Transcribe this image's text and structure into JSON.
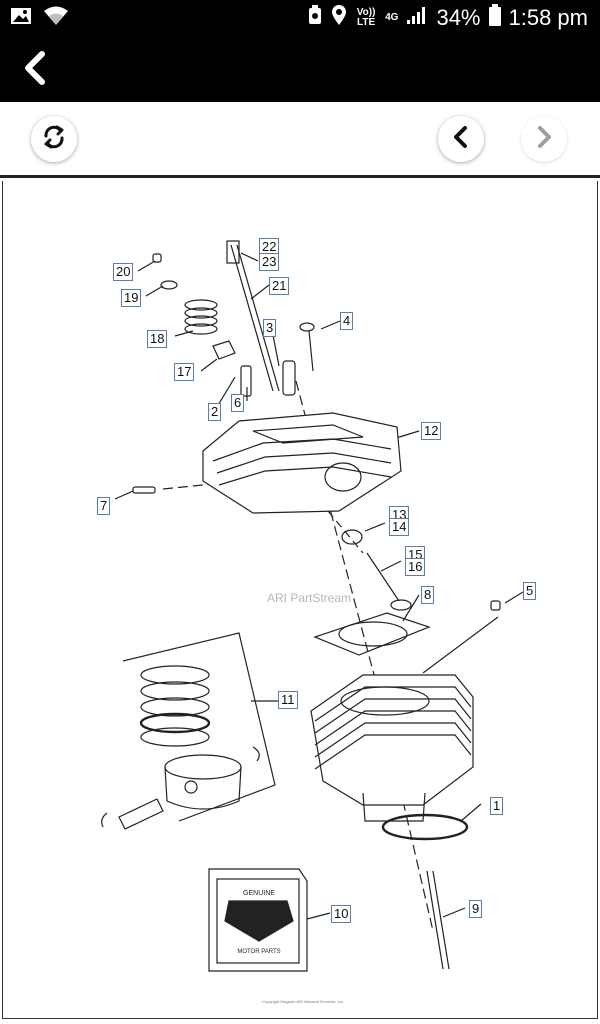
{
  "status_bar": {
    "lte_label": "Vo)) LTE",
    "net_label": "4G",
    "battery": "34%",
    "time": "1:58 pm"
  },
  "icons": {
    "back": "chevron-left-icon",
    "refresh": "refresh-icon",
    "prev": "chevron-left-icon",
    "next": "chevron-right-icon"
  },
  "diagram": {
    "watermark": "ARI PartStream",
    "callouts": [
      {
        "id": "c20",
        "label": "20"
      },
      {
        "id": "c19",
        "label": "19"
      },
      {
        "id": "c22",
        "label": "22"
      },
      {
        "id": "c23",
        "label": "23"
      },
      {
        "id": "c21",
        "label": "21"
      },
      {
        "id": "c3",
        "label": "3"
      },
      {
        "id": "c4",
        "label": "4"
      },
      {
        "id": "c18",
        "label": "18"
      },
      {
        "id": "c17",
        "label": "17"
      },
      {
        "id": "c2",
        "label": "2"
      },
      {
        "id": "c6",
        "label": "6"
      },
      {
        "id": "c12",
        "label": "12"
      },
      {
        "id": "c7",
        "label": "7"
      },
      {
        "id": "c13",
        "label": "13"
      },
      {
        "id": "c14",
        "label": "14"
      },
      {
        "id": "c15",
        "label": "15"
      },
      {
        "id": "c16",
        "label": "16"
      },
      {
        "id": "c5",
        "label": "5"
      },
      {
        "id": "c8",
        "label": "8"
      },
      {
        "id": "c11",
        "label": "11"
      },
      {
        "id": "c1",
        "label": "1"
      },
      {
        "id": "c9",
        "label": "9"
      },
      {
        "id": "c10",
        "label": "10"
      }
    ],
    "fine_print": "Copyright Diagram ARI Network Services, Inc."
  },
  "colors": {
    "bar_bg": "#000000",
    "callout_border": "#5a7da8",
    "disabled_icon": "#9e9e9e"
  }
}
